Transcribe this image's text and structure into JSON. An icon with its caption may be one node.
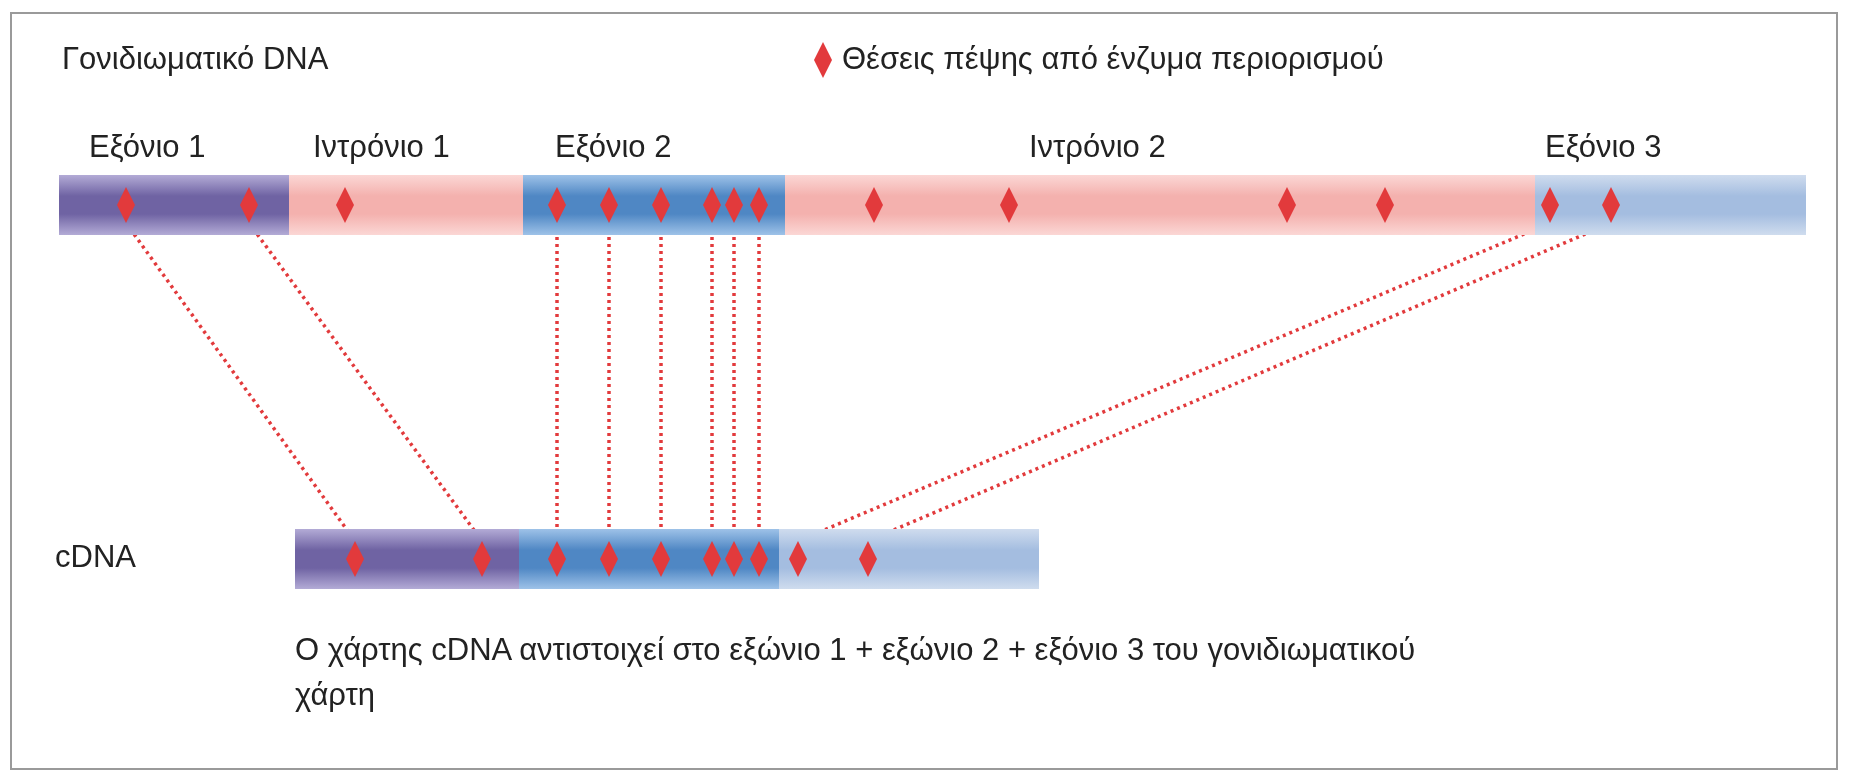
{
  "diagram": {
    "nodes": [
      {
        "text": [
          "Εξόνιο 1"
        ]
      },
      {
        "text": [],
        "shape": "diamond",
        "in": 0
      },
      {
        "text": [],
        "shape": "diamond",
        "in": 0
      },
      {
        "text": [
          "Ιντρόνιο 1"
        ]
      },
      {
        "text": [],
        "shape": "diamond",
        "in": 3
      },
      {
        "text": [
          "Εξόνιο 2"
        ]
      },
      {
        "text": [],
        "shape": "diamond",
        "in": 5
      },
      {
        "text": [],
        "shape": "diamond",
        "in": 5
      },
      {
        "text": [],
        "shape": "diamond",
        "in": 5
      },
      {
        "text": [],
        "shape": "diamond",
        "in": 5
      },
      {
        "text": [],
        "shape": "diamond",
        "in": 5
      },
      {
        "text": [],
        "shape": "diamond",
        "in": 5
      },
      {
        "text": [
          "Ιντρόνιο 2"
        ]
      },
      {
        "text": [],
        "shape": "diamond",
        "in": 12
      },
      {
        "text": [],
        "shape": "diamond",
        "in": 12
      },
      {
        "text": [],
        "shape": "diamond",
        "in": 12
      },
      {
        "text": [],
        "shape": "diamond",
        "in": 12
      },
      {
        "text": [
          "Εξόνιο 3"
        ]
      },
      {
        "text": [],
        "shape": "diamond",
        "in": 17
      },
      {
        "text": [],
        "shape": "diamond",
        "in": 17
      },
      {
        "text": [],
        "shape": "bar"
      },
      {
        "text": [],
        "shape": "diamond",
        "in": 20
      },
      {
        "text": [],
        "shape": "diamond",
        "in": 20
      },
      {
        "text": [],
        "shape": "bar"
      },
      {
        "text": [],
        "shape": "diamond",
        "in": 23
      },
      {
        "text": [],
        "shape": "diamond",
        "in": 23
      },
      {
        "text": [],
        "shape": "diamond",
        "in": 23
      },
      {
        "text": [],
        "shape": "diamond",
        "in": 23
      },
      {
        "text": [],
        "shape": "diamond",
        "in": 23
      },
      {
        "text": [],
        "shape": "diamond",
        "in": 23
      },
      {
        "text": [],
        "shape": "bar"
      },
      {
        "text": [],
        "shape": "diamond",
        "in": 30
      },
      {
        "text": [],
        "shape": "diamond",
        "in": 30
      }
    ],
    "edges": [
      {
        "from": 1,
        "to": 21,
        "arrow": "none",
        "style": "dashed"
      },
      {
        "from": 2,
        "to": 22,
        "arrow": "none",
        "style": "dashed"
      },
      {
        "from": 6,
        "to": 24,
        "arrow": "none",
        "style": "dashed"
      },
      {
        "from": 7,
        "to": 25,
        "arrow": "none",
        "style": "dashed"
      },
      {
        "from": 8,
        "to": 26,
        "arrow": "none",
        "style": "dashed"
      },
      {
        "from": 9,
        "to": 27,
        "arrow": "none",
        "style": "dashed"
      },
      {
        "from": 10,
        "to": 28,
        "arrow": "none",
        "style": "dashed"
      },
      {
        "from": 11,
        "to": 29,
        "arrow": "none",
        "style": "dashed"
      },
      {
        "from": 18,
        "to": 31,
        "arrow": "none",
        "style": "dashed"
      },
      {
        "from": 19,
        "to": 32,
        "arrow": "none",
        "style": "dashed"
      }
    ],
    "labels": [
      "Γονιδιωματικό DNA",
      "cDNA",
      "Ο χάρτης cDNA αντιστοιχεί στο εξώνιο 1 + εξώνιο 2 + εξόνιο 3 του γονιδιωματικού χάρτη"
    ],
    "legend": [
      {
        "text": "Θέσεις πέψης από ένζυμα περιορισμού"
      }
    ]
  }
}
